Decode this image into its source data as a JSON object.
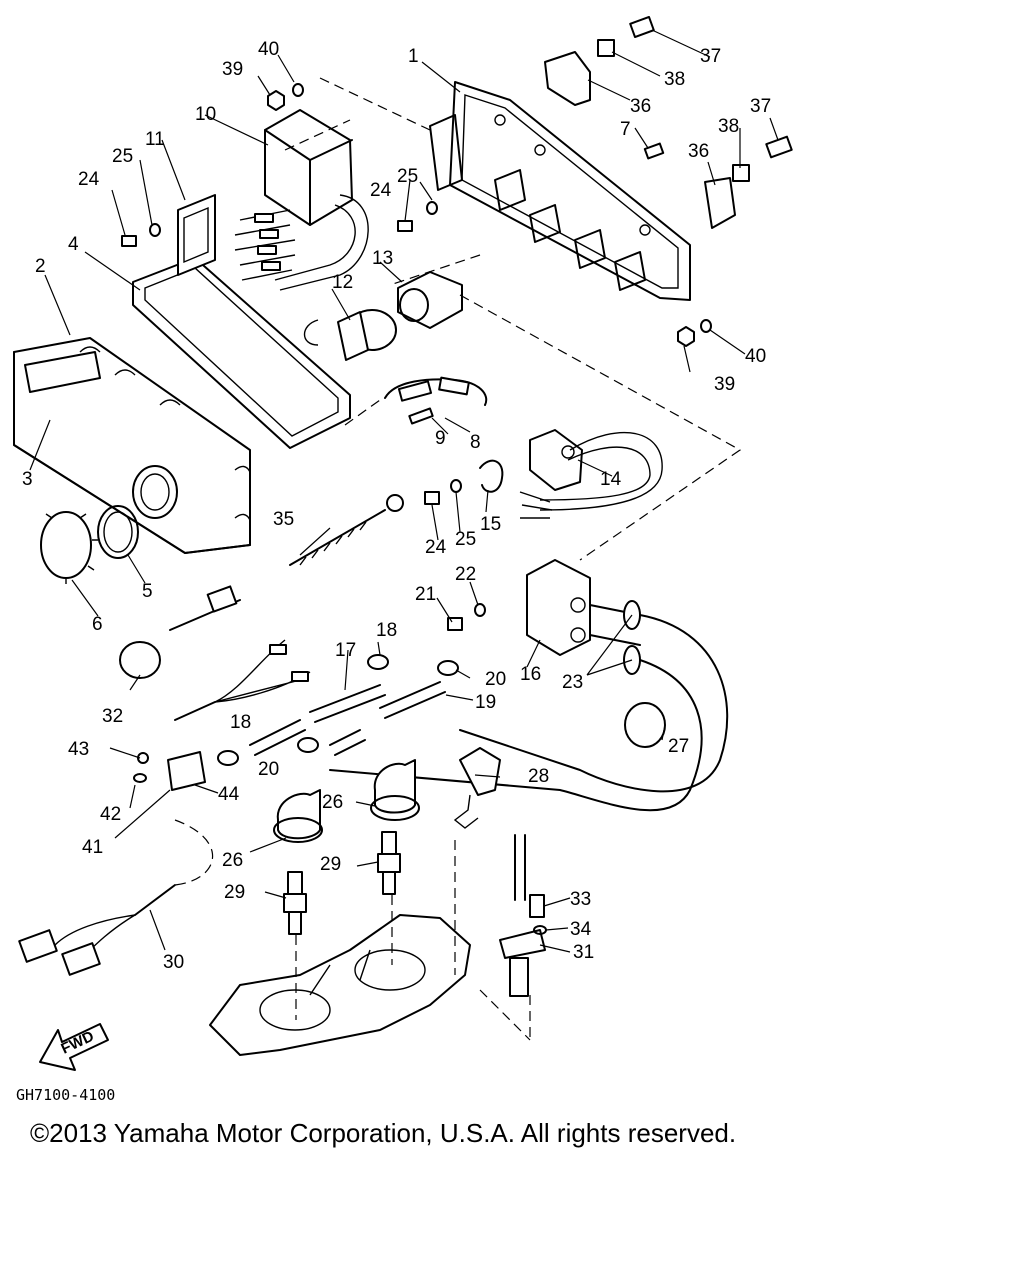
{
  "diagram": {
    "drawing_code": "GH7100-4100",
    "fwd_label": "FWD",
    "callouts": [
      {
        "id": "c1",
        "label": "1"
      },
      {
        "id": "c2",
        "label": "2"
      },
      {
        "id": "c3",
        "label": "3"
      },
      {
        "id": "c4",
        "label": "4"
      },
      {
        "id": "c5",
        "label": "5"
      },
      {
        "id": "c6",
        "label": "6"
      },
      {
        "id": "c7",
        "label": "7"
      },
      {
        "id": "c8",
        "label": "8"
      },
      {
        "id": "c9",
        "label": "9"
      },
      {
        "id": "c10",
        "label": "10"
      },
      {
        "id": "c11",
        "label": "11"
      },
      {
        "id": "c12",
        "label": "12"
      },
      {
        "id": "c13",
        "label": "13"
      },
      {
        "id": "c14",
        "label": "14"
      },
      {
        "id": "c15",
        "label": "15"
      },
      {
        "id": "c16",
        "label": "16"
      },
      {
        "id": "c17",
        "label": "17"
      },
      {
        "id": "c18a",
        "label": "18"
      },
      {
        "id": "c18b",
        "label": "18"
      },
      {
        "id": "c19",
        "label": "19"
      },
      {
        "id": "c20a",
        "label": "20"
      },
      {
        "id": "c20b",
        "label": "20"
      },
      {
        "id": "c21",
        "label": "21"
      },
      {
        "id": "c22",
        "label": "22"
      },
      {
        "id": "c23",
        "label": "23"
      },
      {
        "id": "c24a",
        "label": "24"
      },
      {
        "id": "c24b",
        "label": "24"
      },
      {
        "id": "c24c",
        "label": "24"
      },
      {
        "id": "c25a",
        "label": "25"
      },
      {
        "id": "c25b",
        "label": "25"
      },
      {
        "id": "c25c",
        "label": "25"
      },
      {
        "id": "c26a",
        "label": "26"
      },
      {
        "id": "c26b",
        "label": "26"
      },
      {
        "id": "c27",
        "label": "27"
      },
      {
        "id": "c28",
        "label": "28"
      },
      {
        "id": "c29a",
        "label": "29"
      },
      {
        "id": "c29b",
        "label": "29"
      },
      {
        "id": "c30",
        "label": "30"
      },
      {
        "id": "c31",
        "label": "31"
      },
      {
        "id": "c32",
        "label": "32"
      },
      {
        "id": "c33",
        "label": "33"
      },
      {
        "id": "c34",
        "label": "34"
      },
      {
        "id": "c35",
        "label": "35"
      },
      {
        "id": "c36a",
        "label": "36"
      },
      {
        "id": "c36b",
        "label": "36"
      },
      {
        "id": "c37a",
        "label": "37"
      },
      {
        "id": "c37b",
        "label": "37"
      },
      {
        "id": "c38a",
        "label": "38"
      },
      {
        "id": "c38b",
        "label": "38"
      },
      {
        "id": "c39a",
        "label": "39"
      },
      {
        "id": "c39b",
        "label": "39"
      },
      {
        "id": "c40a",
        "label": "40"
      },
      {
        "id": "c40b",
        "label": "40"
      },
      {
        "id": "c41",
        "label": "41"
      },
      {
        "id": "c42",
        "label": "42"
      },
      {
        "id": "c43",
        "label": "43"
      },
      {
        "id": "c44",
        "label": "44"
      }
    ]
  },
  "footer": {
    "copyright": "©2013 Yamaha Motor Corporation, U.S.A. All rights reserved."
  }
}
